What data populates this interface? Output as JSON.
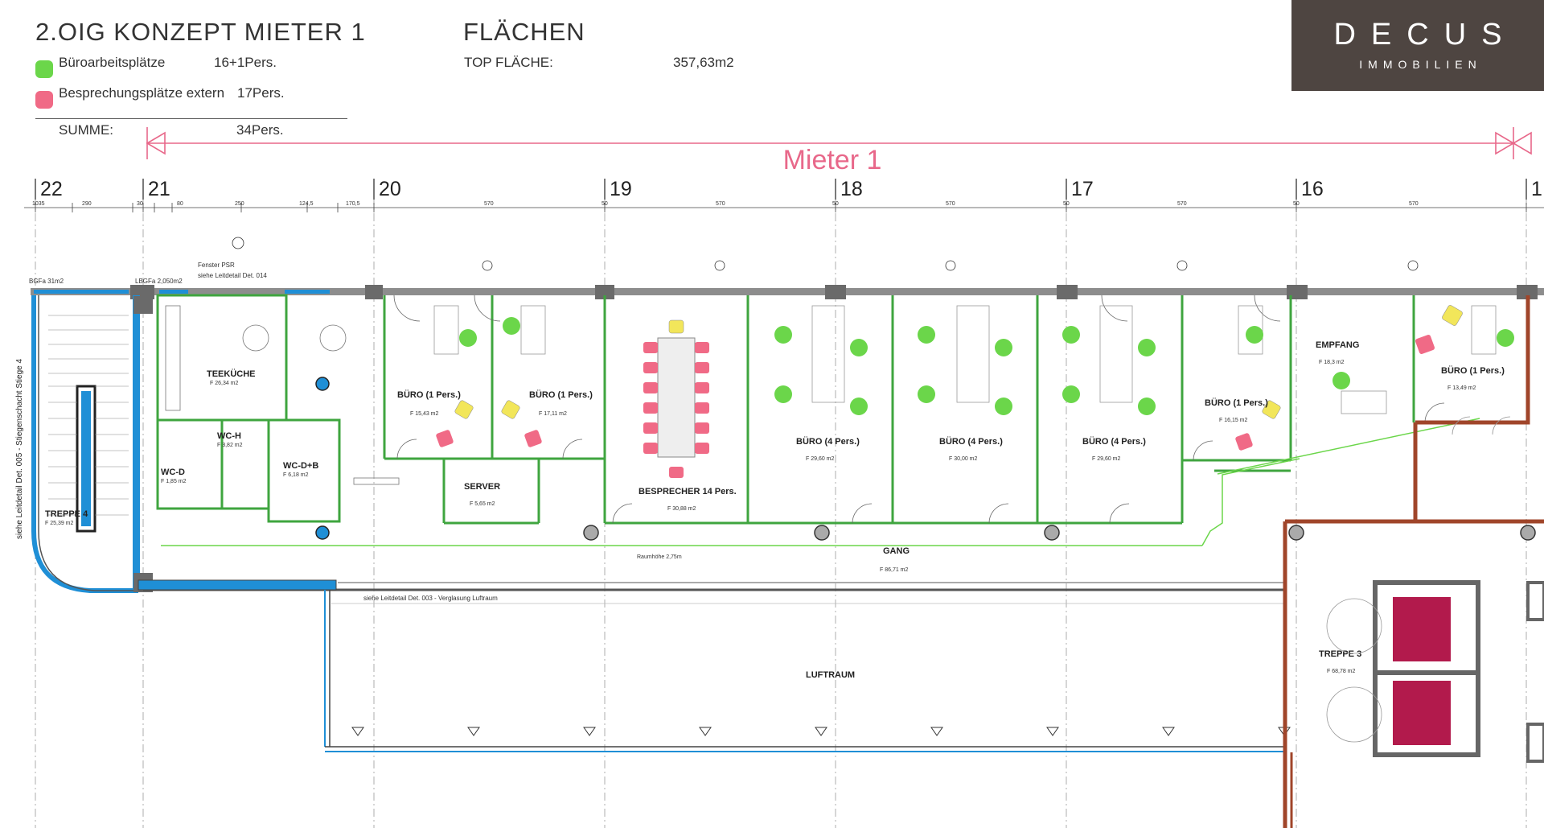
{
  "header": {
    "title": "2.OIG  KONZEPT MIETER 1",
    "legend": [
      {
        "label": "Büroarbeitsplätze",
        "value": "16+1Pers.",
        "color": "#6bd64a"
      },
      {
        "label": "Besprechungsplätze extern",
        "value": "17Pers.",
        "color": "#f06a86"
      }
    ],
    "sum_label": "SUMME:",
    "sum_value": "34Pers.",
    "areas_title": "FLÄCHEN",
    "top_area_label": "TOP FLÄCHE:",
    "top_area_value": "357,63m2"
  },
  "logo": {
    "main": "DECUS",
    "sub": "IMMOBILIEN",
    "bg": "#4e4541"
  },
  "plan": {
    "tenant_label": "Mieter 1",
    "axes": [
      "22",
      "21",
      "20",
      "19",
      "18",
      "17",
      "16",
      "1"
    ],
    "rooms": [
      {
        "name": "TEEKÜCHE",
        "sub": "F 26,34 m2"
      },
      {
        "name": "BÜRO (1 Pers.)",
        "sub": "F 15,43 m2"
      },
      {
        "name": "BÜRO (1 Pers.)",
        "sub": "F 17,11 m2"
      },
      {
        "name": "BESPRECHER 14 Pers.",
        "sub": "F 30,88 m2"
      },
      {
        "name": "BÜRO (4 Pers.)",
        "sub": "F 29,60 m2"
      },
      {
        "name": "BÜRO (4 Pers.)",
        "sub": "F 30,00 m2"
      },
      {
        "name": "BÜRO (4 Pers.)",
        "sub": "F 29,60 m2"
      },
      {
        "name": "BÜRO (1 Pers.)",
        "sub": "F 16,15 m2"
      },
      {
        "name": "EMPFANG",
        "sub": "F 18,3 m2"
      },
      {
        "name": "BÜRO (1 Pers.)",
        "sub": "F 13,49 m2"
      },
      {
        "name": "SERVER",
        "sub": "F 5,65 m2"
      },
      {
        "name": "WC-H",
        "sub": "F 3,82 m2"
      },
      {
        "name": "WC-D+B",
        "sub": "F 6,18 m2"
      },
      {
        "name": "WC-D",
        "sub": "F 1,85 m2"
      },
      {
        "name": "GANG",
        "sub": "F 86,71 m2"
      },
      {
        "name": "LUFTRAUM",
        "sub": ""
      },
      {
        "name": "TREPPE 4",
        "sub": "F 25,39 m2"
      },
      {
        "name": "TREPPE 3",
        "sub": "F 68,78 m2"
      }
    ],
    "notes": {
      "facade": "siehe Leitdetail Det. 003 - Verglasung Luftraum",
      "window": "Fenster PSR",
      "window2": "siehe Leitdetail Det. 014",
      "stair_side": "siehe Leitdetail Det. 005 - Stiegenschacht Stiege 4",
      "bgf_left": "BGFa 31m2",
      "bgf_mid": "LBGFa 2,050m2",
      "raumhoehe": "Raumhöhe 2,75m"
    },
    "colors": {
      "wall": "#6a6a6a",
      "glass": "#1f8fd6",
      "interior": "#3fa53f",
      "pink": "#e8688a",
      "rust": "#a0452a",
      "maroon": "#b21a4c",
      "desk_green": "#6bd64a",
      "chair_pink": "#f06a86",
      "chair_yellow": "#f2e65a"
    }
  }
}
